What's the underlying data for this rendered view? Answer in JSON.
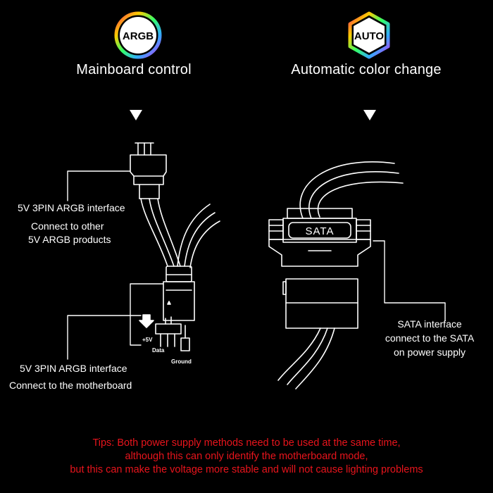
{
  "badges": {
    "left": {
      "text": "ARGB",
      "icon": "rainbow-ring-icon"
    },
    "right": {
      "text": "AUTO",
      "icon": "rainbow-hexagon-icon"
    }
  },
  "headings": {
    "left": "Mainboard control",
    "right": "Automatic color change"
  },
  "left_labels": {
    "top_line1": "5V 3PIN ARGB interface",
    "top_line2": "Connect to other",
    "top_line3": "5V ARGB products",
    "bottom_line1": "5V 3PIN ARGB interface",
    "bottom_line2": "Connect to the motherboard"
  },
  "header_pins": {
    "plus5v": "+5V",
    "data": "Data",
    "ground": "Ground"
  },
  "right_labels": {
    "connector_text": "SATA",
    "line1": "SATA interface",
    "line2": "connect to the SATA",
    "line3": "on power supply"
  },
  "tips": {
    "line1": "Tips: Both power supply methods need to be used at the same time,",
    "line2": "although this can only identify the motherboard mode,",
    "line3": "but this can make the voltage more stable and will not cause lighting problems"
  },
  "colors": {
    "background": "#000000",
    "text": "#ffffff",
    "tips": "#e8141c"
  }
}
